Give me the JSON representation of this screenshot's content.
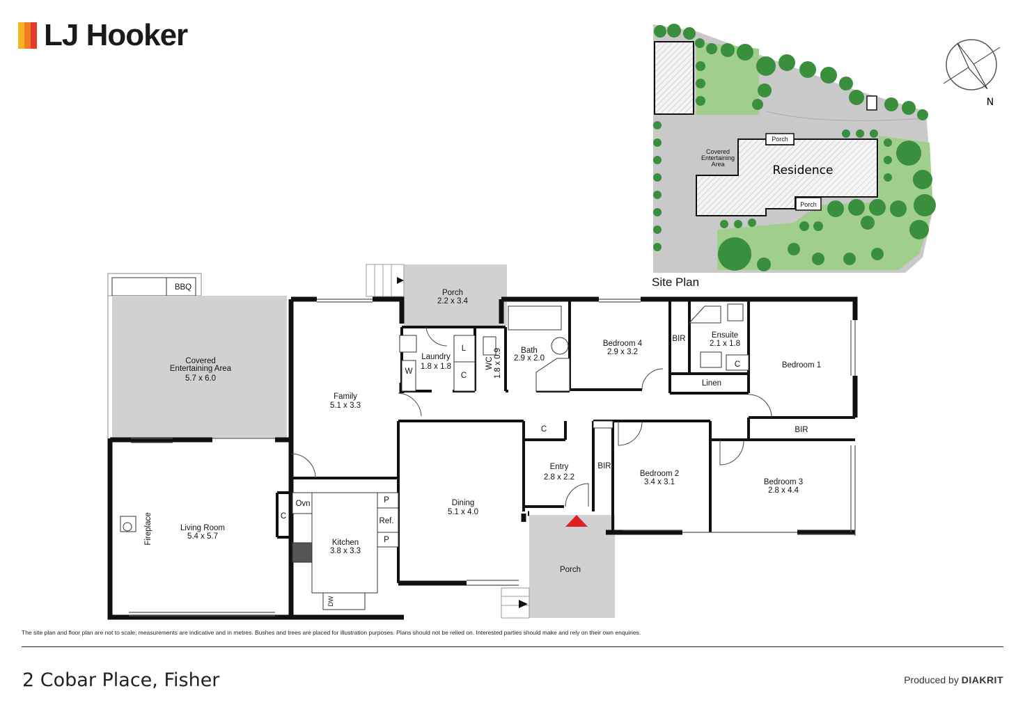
{
  "brand": {
    "name": "LJ Hooker",
    "bar_colors": [
      "#f5b323",
      "#ef7d22",
      "#e63a2e"
    ]
  },
  "site_plan": {
    "title": "Site Plan",
    "residence": "Residence",
    "porch_top": "Porch",
    "porch_bottom": "Porch",
    "covered_line1": "Covered",
    "covered_line2": "Entertaining",
    "covered_line3": "Area",
    "north": "N"
  },
  "rooms": {
    "bbq": "BBQ",
    "covered_name1": "Covered",
    "covered_name2": "Entertaining Area",
    "covered_size": "5.7 x 6.0",
    "porch_top_name": "Porch",
    "porch_top_size": "2.2 x 3.4",
    "family_name": "Family",
    "family_size": "5.1 x 3.3",
    "laundry_name": "Laundry",
    "laundry_size": "1.8 x 1.8",
    "laundry_l": "L",
    "laundry_c": "C",
    "laundry_w": "W",
    "wc_name": "WC",
    "wc_size": "1.8 x 0.9",
    "bath_name": "Bath",
    "bath_size": "2.9 x 2.0",
    "bed4_name": "Bedroom 4",
    "bed4_size": "2.9 x 3.2",
    "bir_a": "BIR",
    "ensuite_name": "Ensuite",
    "ensuite_size": "2.1 x 1.8",
    "ensuite_c": "C",
    "linen": "Linen",
    "bed1_name": "Bedroom 1",
    "bir_b": "BIR",
    "entry_c": "C",
    "entry_name": "Entry",
    "entry_size": "2.8 x 2.2",
    "bir_c": "BIR",
    "bed2_name": "Bedroom 2",
    "bed2_size": "3.4 x 3.1",
    "bed3_name": "Bedroom 3",
    "bed3_size": "2.8 x 4.4",
    "dining_name": "Dining",
    "dining_size": "5.1 x 4.0",
    "porch_front": "Porch",
    "living_name": "Living Room",
    "living_size": "5.4 x 5.7",
    "fireplace": "Fireplace",
    "living_c": "C",
    "ovn": "Ovn",
    "kitchen_name": "Kitchen",
    "kitchen_size": "3.8 x 3.3",
    "pantry_p1": "P",
    "ref": "Ref.",
    "pantry_p2": "P",
    "dw": "DW"
  },
  "footer": {
    "disclaimer": "The site plan and floor plan are not to scale; measurements are indicative and in metres. Bushes and trees are placed for illustration purposes. Plans should not be relied on. Interested parties should make and rely on their own enquiries.",
    "address": "2 Cobar Place, Fisher",
    "produced_prefix": "Produced by",
    "produced_brand": "DIAKRIT"
  },
  "colors": {
    "lawn": "#9fcf8a",
    "tree": "#3a8f3c",
    "paving": "#c7c7c7",
    "entry_marker": "#e02020"
  }
}
